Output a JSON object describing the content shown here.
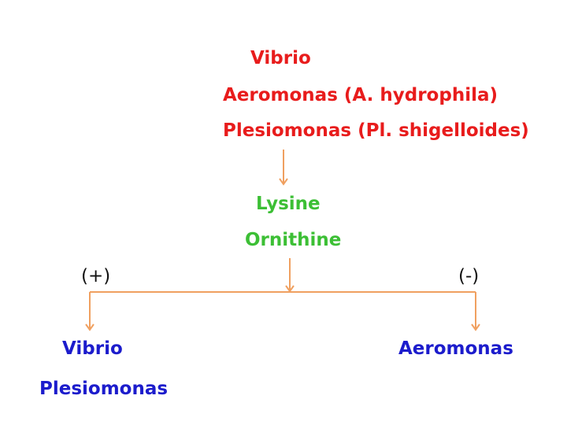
{
  "top": {
    "line1": "Vibrio",
    "line2": "Aeromonas (A. hydrophila)",
    "line3": "Plesiomonas (Pl. shigelloides)"
  },
  "test": {
    "line1": "Lysine",
    "line2": "Ornithine"
  },
  "positive": {
    "sign": "(+)",
    "line1": "Vibrio",
    "line2": "Plesiomonas"
  },
  "negative": {
    "sign": "(-)",
    "line1": "Aeromonas"
  },
  "colors": {
    "organisms": "#e81c1c",
    "test": "#3cbf35",
    "results": "#1c1ccc",
    "arrows": "#f0a060"
  }
}
